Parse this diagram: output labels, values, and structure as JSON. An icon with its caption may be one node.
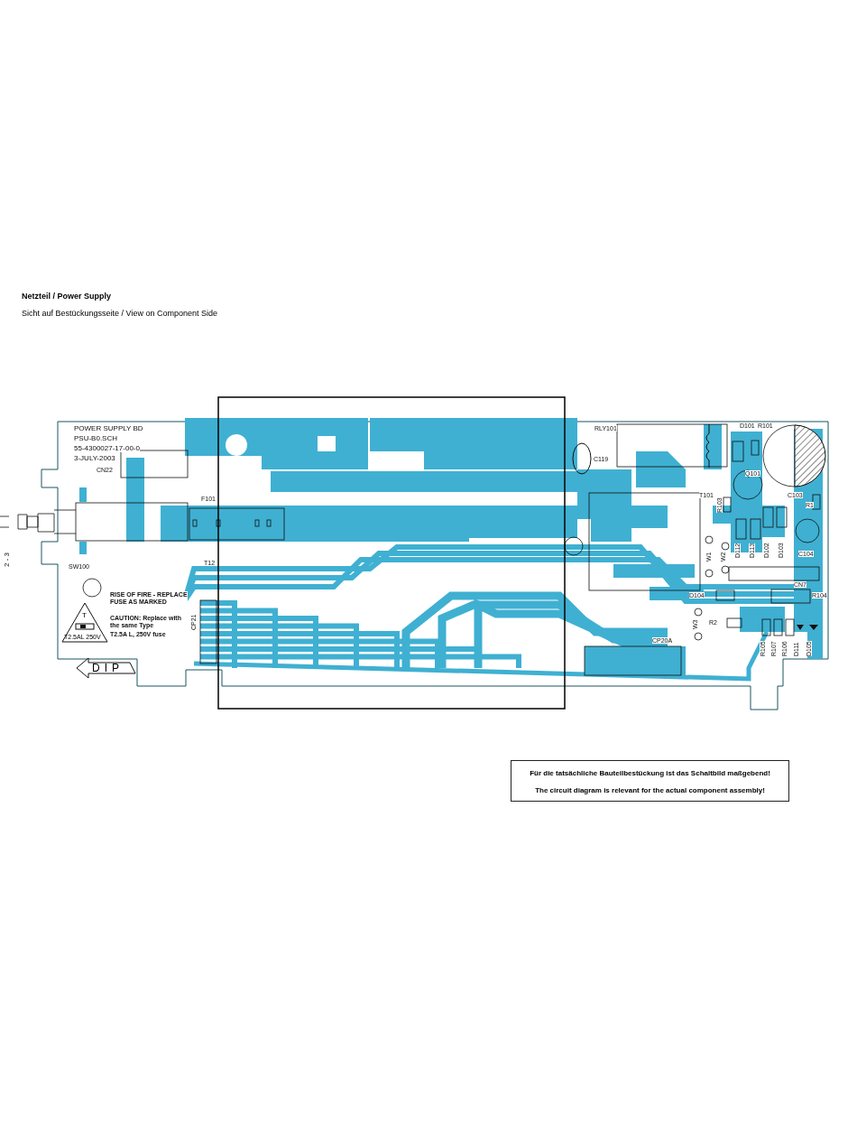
{
  "diagram": {
    "title": "Netzteil / Power Supply",
    "caption": "Sicht auf Bestückungsseite / View on Component Side",
    "nodes": [
      {
        "text": [
          "T",
          "T2.5AL 250V"
        ]
      },
      {
        "text": [
          "DIP"
        ]
      },
      {
        "text": [
          "Für die tatsächliche Bauteilbestückung ist das Schaltbild maßgebend!",
          "The circuit diagram is relevant for the actual component assembly!"
        ]
      }
    ],
    "labels": [
      "2 - 3",
      "POWER SUPPLY BD",
      "PSU-B0.SCH",
      "55-4300027-17-00-0",
      "3-JULY-2003",
      "RLY101",
      "D101",
      "R101",
      "CN22",
      "C119",
      "Q101",
      "F101",
      "T101",
      "C103",
      "R103",
      "R1",
      "SW100",
      "T12",
      "W1",
      "W2",
      "D112",
      "D113",
      "D102",
      "D103",
      "C104",
      "CN7",
      "D104",
      "R104",
      "RISE OF FIRE - REPLACE FUSE AS MARKED",
      "CAUTION: Replace with the same Type",
      "T2.5A L, 250V fuse",
      "R2",
      "W3",
      "CP21",
      "CP20A",
      "R105",
      "R107",
      "R106",
      "D111",
      "D105"
    ]
  }
}
